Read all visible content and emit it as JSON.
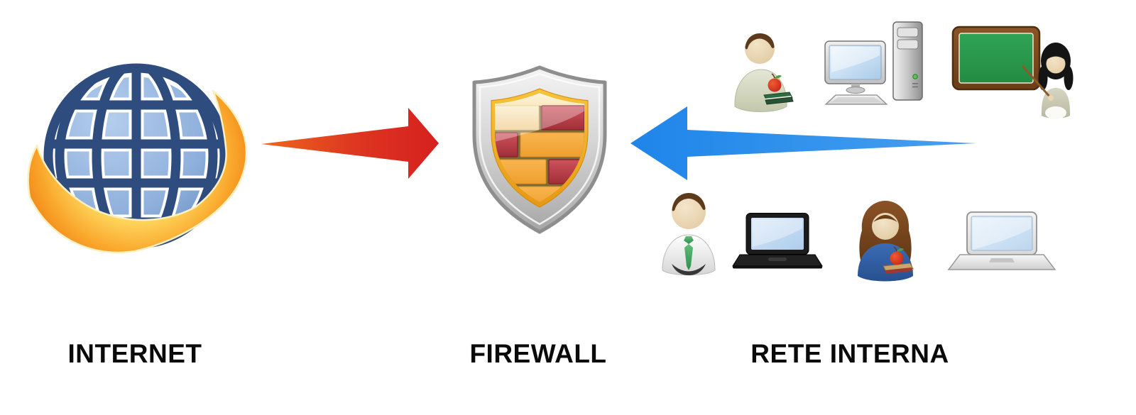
{
  "title": "Firewall network diagram",
  "nodes": {
    "internet": {
      "label": "INTERNET",
      "icon": "globe-icon"
    },
    "firewall": {
      "label": "FIREWALL",
      "icon": "firewall-shield-icon"
    },
    "internal_network": {
      "label": "RETE INTERNA",
      "icons": [
        "teacher-man-icon",
        "desktop-computer-icon",
        "blackboard-teacher-icon",
        "businessman-icon",
        "black-laptop-icon",
        "student-woman-icon",
        "white-laptop-icon"
      ]
    }
  },
  "arrows": [
    {
      "name": "internet-to-firewall-arrow",
      "from": "internet",
      "to": "firewall",
      "direction": "right",
      "color": "#d6201f"
    },
    {
      "name": "internal-network-to-firewall-arrow",
      "from": "internal_network",
      "to": "firewall",
      "direction": "left",
      "color": "#2287ec"
    }
  ],
  "colors": {
    "background": "#ffffff",
    "label_text": "#0a0a0a",
    "red_arrow": "#d6201f",
    "blue_arrow": "#2287ec",
    "globe_navy": "#2e4c7e",
    "globe_light_blue": "#8fb0dc",
    "swoosh_orange": "#f68b1f",
    "shield_silver": "#c9c9c9",
    "shield_gold": "#e9a11c",
    "brick_red": "#b93a44",
    "brick_orange": "#f3a93e",
    "brick_mortar": "#7c6a36",
    "board_green": "#2b9b4d"
  }
}
